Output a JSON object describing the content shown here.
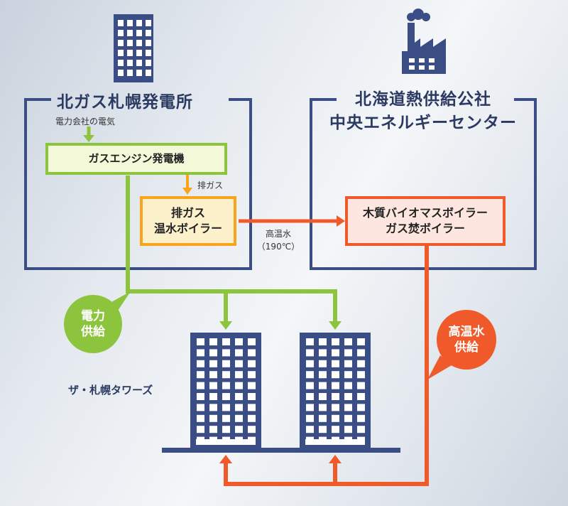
{
  "left_facility": {
    "title": "北ガス札幌発電所",
    "input_label": "電力会社の電気",
    "engine_box": "ガスエンジン発電機",
    "exhaust_label": "排ガス",
    "boiler_box": [
      "排ガス",
      "温水ボイラー"
    ]
  },
  "right_facility": {
    "title_lines": [
      "北海道熱供給公社",
      "中央エネルギーセンター"
    ],
    "boiler_box": [
      "木質バイオマスボイラー",
      "ガス焚ボイラー"
    ]
  },
  "hot_water_flow": {
    "label_lines": [
      "高温水",
      "（190℃）"
    ]
  },
  "power_supply_bubble": [
    "電力",
    "供給"
  ],
  "hot_water_supply_bubble": [
    "高温水",
    "供給"
  ],
  "towers_label": "ザ・札幌タワーズ",
  "colors": {
    "navy": "#3b4d85",
    "green": "#8cc43e",
    "orange": "#f05a2a",
    "amber": "#f8a51b",
    "box_green_fill": "#f2f8d8",
    "box_amber_fill": "#fdf1cc",
    "box_orange_fill": "#fde6df"
  },
  "icons": [
    "office-building-icon",
    "factory-icon",
    "tower-building-icon"
  ]
}
